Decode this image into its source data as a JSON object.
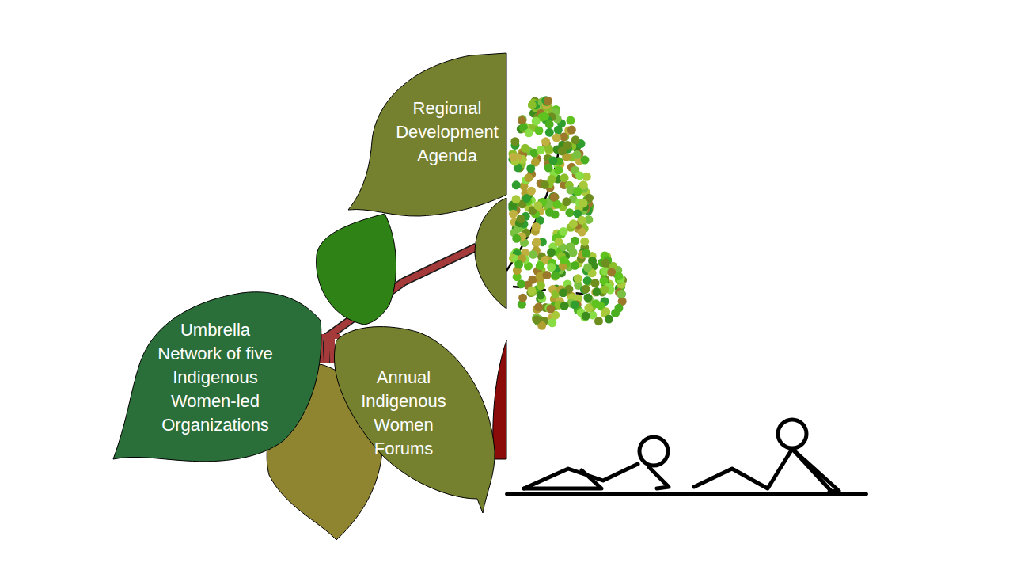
{
  "diagram": {
    "nodes": [
      {
        "text": [
          "Regional Development Agenda"
        ]
      },
      {
        "text": [
          "Umbrella Network of five Indigenous Women-led Organizations"
        ]
      },
      {
        "text": [
          "Annual Indigenous Women Forums"
        ]
      }
    ]
  }
}
